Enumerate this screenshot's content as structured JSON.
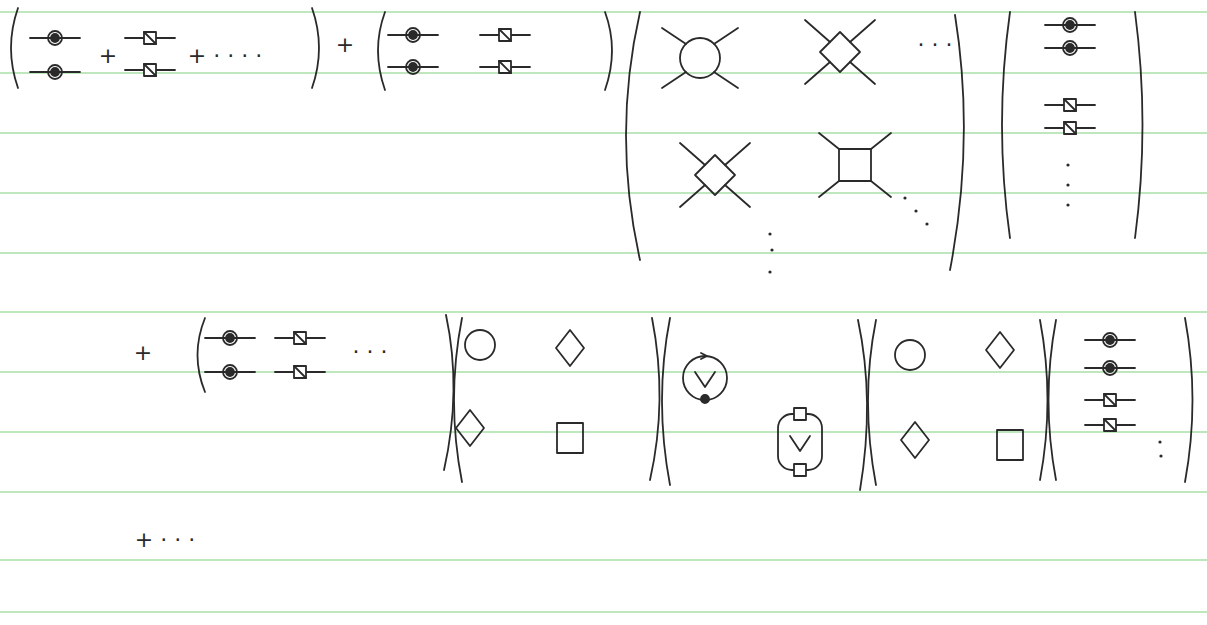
{
  "diagram": {
    "labels": [
      "+",
      "+ · · · ·",
      "+",
      "· · ·",
      "+",
      "· · ·",
      "+ · · ·"
    ]
  }
}
